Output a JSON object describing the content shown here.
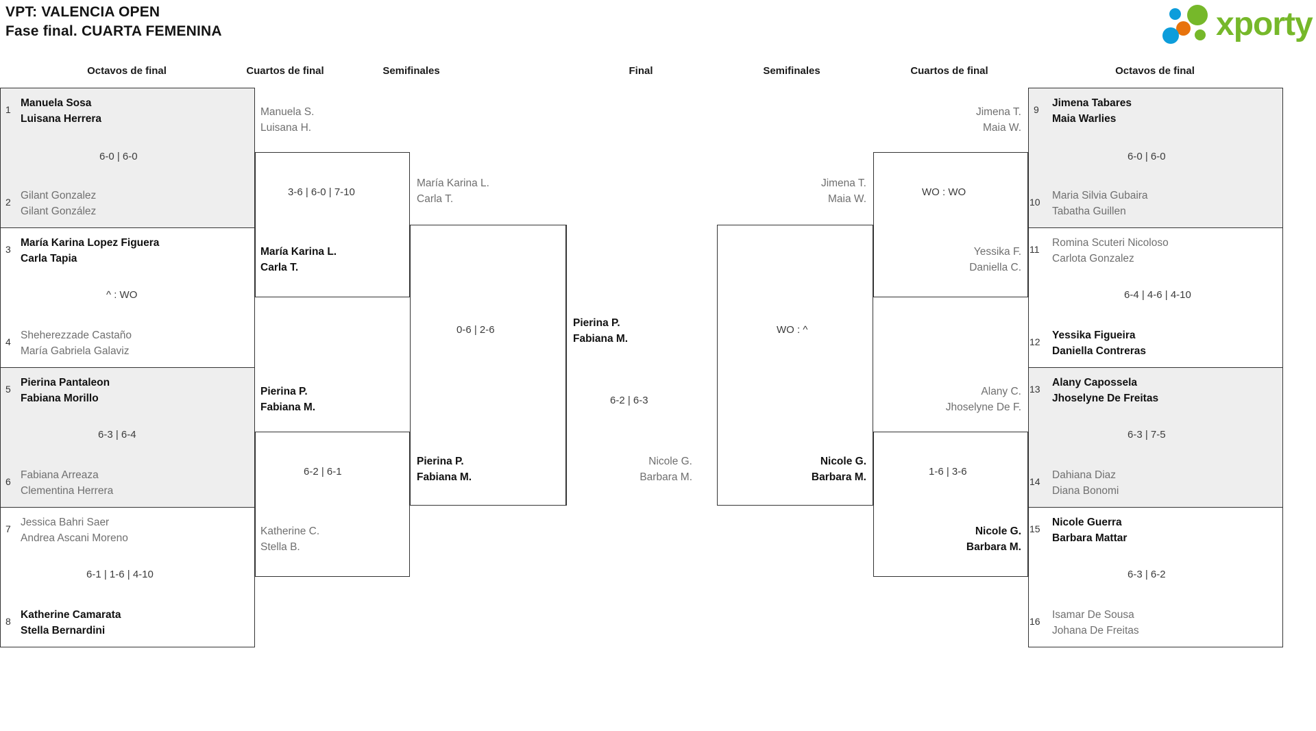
{
  "header": {
    "title_line1": "VPT: VALENCIA OPEN",
    "title_line2": "Fase final. CUARTA FEMENINA",
    "logo_text": "xporty",
    "logo_colors": {
      "green": "#76b82a",
      "blue": "#0d9ddb",
      "orange": "#e8730c"
    }
  },
  "round_headers": {
    "left_r16": "Octavos de final",
    "left_qf": "Cuartos de final",
    "left_sf": "Semifinales",
    "final": "Final",
    "right_sf": "Semifinales",
    "right_qf": "Cuartos de final",
    "right_r16": "Octavos de final"
  },
  "left_r16": [
    {
      "seed": "1",
      "p1": "Manuela Sosa",
      "p2": "Luisana Herrera",
      "winner": true
    },
    {
      "seed": "2",
      "p1": "Gilant Gonzalez",
      "p2": "Gilant González",
      "winner": false
    },
    {
      "seed": "3",
      "p1": "María Karina Lopez Figuera",
      "p2": "Carla Tapia",
      "winner": true
    },
    {
      "seed": "4",
      "p1": "Sheherezzade Castaño",
      "p2": "María Gabriela Galaviz",
      "winner": false
    },
    {
      "seed": "5",
      "p1": "Pierina Pantaleon",
      "p2": "Fabiana Morillo",
      "winner": true
    },
    {
      "seed": "6",
      "p1": "Fabiana Arreaza",
      "p2": "Clementina Herrera",
      "winner": false
    },
    {
      "seed": "7",
      "p1": "Jessica Bahri Saer",
      "p2": "Andrea Ascani Moreno",
      "winner": false
    },
    {
      "seed": "8",
      "p1": "Katherine Camarata",
      "p2": "Stella Bernardini",
      "winner": true
    }
  ],
  "left_r16_scores": [
    "6-0 | 6-0",
    "^ : WO",
    "6-3 | 6-4",
    "6-1 | 1-6 | 4-10"
  ],
  "left_qf": [
    {
      "p1": "Manuela S.",
      "p2": "Luisana H.",
      "winner": false
    },
    {
      "p1": "María Karina L.",
      "p2": "Carla T.",
      "winner": true
    },
    {
      "p1": "Pierina P.",
      "p2": "Fabiana M.",
      "winner": true
    },
    {
      "p1": "Katherine C.",
      "p2": "Stella B.",
      "winner": false
    }
  ],
  "left_qf_scores": [
    "3-6 | 6-0 | 7-10",
    "6-2 | 6-1"
  ],
  "left_sf": [
    {
      "p1": "María Karina L.",
      "p2": "Carla T.",
      "winner": false
    },
    {
      "p1": "Pierina P.",
      "p2": "Fabiana M.",
      "winner": true
    }
  ],
  "left_sf_scores": [
    "0-6 | 2-6"
  ],
  "final": {
    "top": {
      "p1": "Pierina P.",
      "p2": "Fabiana M.",
      "winner": true
    },
    "bottom": {
      "p1": "Nicole G.",
      "p2": "Barbara M.",
      "winner": false
    },
    "score": "6-2 | 6-3"
  },
  "right_sf": [
    {
      "p1": "Jimena T.",
      "p2": "Maia W.",
      "winner": false
    },
    {
      "p1": "Nicole G.",
      "p2": "Barbara M.",
      "winner": true
    }
  ],
  "right_sf_scores": [
    "WO : ^"
  ],
  "right_qf": [
    {
      "p1": "Jimena T.",
      "p2": "Maia W.",
      "winner": false
    },
    {
      "p1": "Yessika F.",
      "p2": "Daniella C.",
      "winner": false
    },
    {
      "p1": "Alany C.",
      "p2": "Jhoselyne De F.",
      "winner": false
    },
    {
      "p1": "Nicole G.",
      "p2": "Barbara M.",
      "winner": true
    }
  ],
  "right_qf_scores": [
    "WO : WO",
    "1-6 | 3-6"
  ],
  "right_r16": [
    {
      "seed": "9",
      "p1": "Jimena Tabares",
      "p2": "Maia Warlies",
      "winner": true
    },
    {
      "seed": "10",
      "p1": "Maria Silvia Gubaira",
      "p2": "Tabatha Guillen",
      "winner": false
    },
    {
      "seed": "11",
      "p1": "Romina Scuteri Nicoloso",
      "p2": "Carlota Gonzalez",
      "winner": false
    },
    {
      "seed": "12",
      "p1": "Yessika Figueira",
      "p2": "Daniella Contreras",
      "winner": true
    },
    {
      "seed": "13",
      "p1": "Alany Capossela",
      "p2": "Jhoselyne De Freitas",
      "winner": true
    },
    {
      "seed": "14",
      "p1": "Dahiana Diaz",
      "p2": "Diana Bonomi",
      "winner": false
    },
    {
      "seed": "15",
      "p1": "Nicole Guerra",
      "p2": "Barbara Mattar",
      "winner": true
    },
    {
      "seed": "16",
      "p1": "Isamar De Sousa",
      "p2": "Johana De Freitas",
      "winner": false
    }
  ],
  "right_r16_scores": [
    "6-0 | 6-0",
    "6-4 | 4-6 | 4-10",
    "6-3 | 7-5",
    "6-3 | 6-2"
  ]
}
